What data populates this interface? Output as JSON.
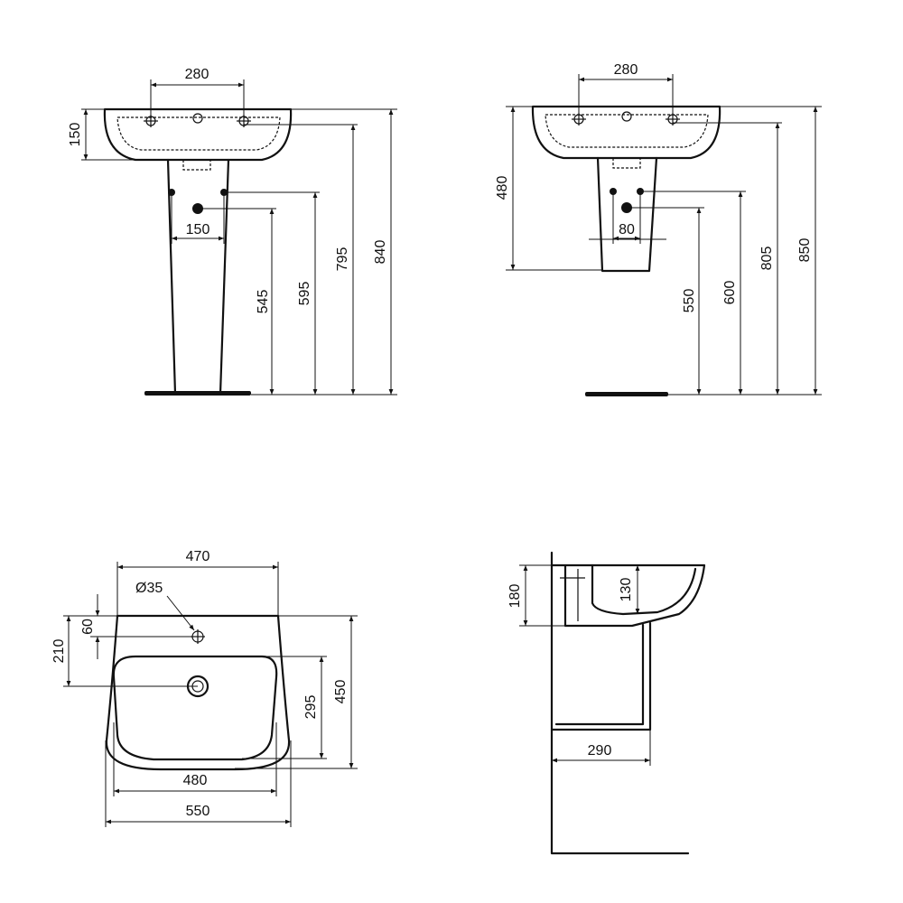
{
  "colors": {
    "line": "#111111",
    "background": "#ffffff"
  },
  "views": {
    "pedestal_front": {
      "tap_spacing": "280",
      "basin_height": "150",
      "trap_spacing": "150",
      "waste_height": "545",
      "supply_height": "595",
      "tap_height": "795",
      "rim_height": "840"
    },
    "semi_pedestal_front": {
      "tap_spacing": "280",
      "wall_height": "480",
      "trap_spacing": "80",
      "waste_height": "550",
      "supply_height": "600",
      "tap_height": "805",
      "rim_height": "850"
    },
    "plan": {
      "overall_depth_width": "470",
      "tap_hole": "Ø35",
      "tap_offset": "60",
      "waste_offset": "210",
      "bowl_depth": "295",
      "overall_depth": "450",
      "bowl_width": "480",
      "overall_width": "550"
    },
    "side": {
      "basin_height": "180",
      "bowl_depth": "130",
      "projection": "290"
    }
  }
}
